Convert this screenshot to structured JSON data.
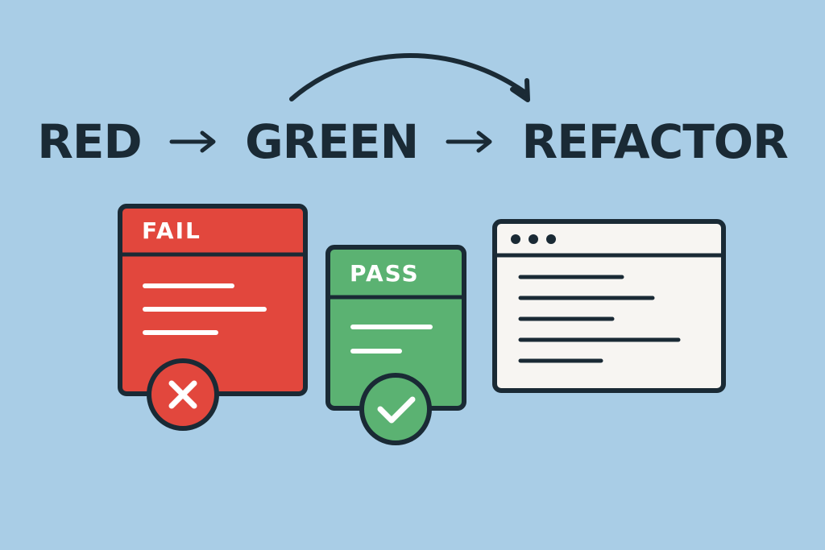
{
  "title": {
    "step1": "RED",
    "step2": "GREEN",
    "step3": "REFACTOR",
    "separator_icon": "right-arrow-icon"
  },
  "cycle_arrow_icon": "curved-arrow-icon",
  "cards": {
    "fail": {
      "label": "FAIL",
      "status_icon": "x-icon",
      "color": "#e2473d"
    },
    "pass": {
      "label": "PASS",
      "status_icon": "check-icon",
      "color": "#5bb272"
    },
    "refactor": {
      "window_icon": "browser-window-icon",
      "color": "#f7f5f2"
    }
  },
  "colors": {
    "background": "#a9cde6",
    "outline": "#1a2a35",
    "red": "#e2473d",
    "green": "#5bb272",
    "code_window": "#f7f5f2"
  }
}
